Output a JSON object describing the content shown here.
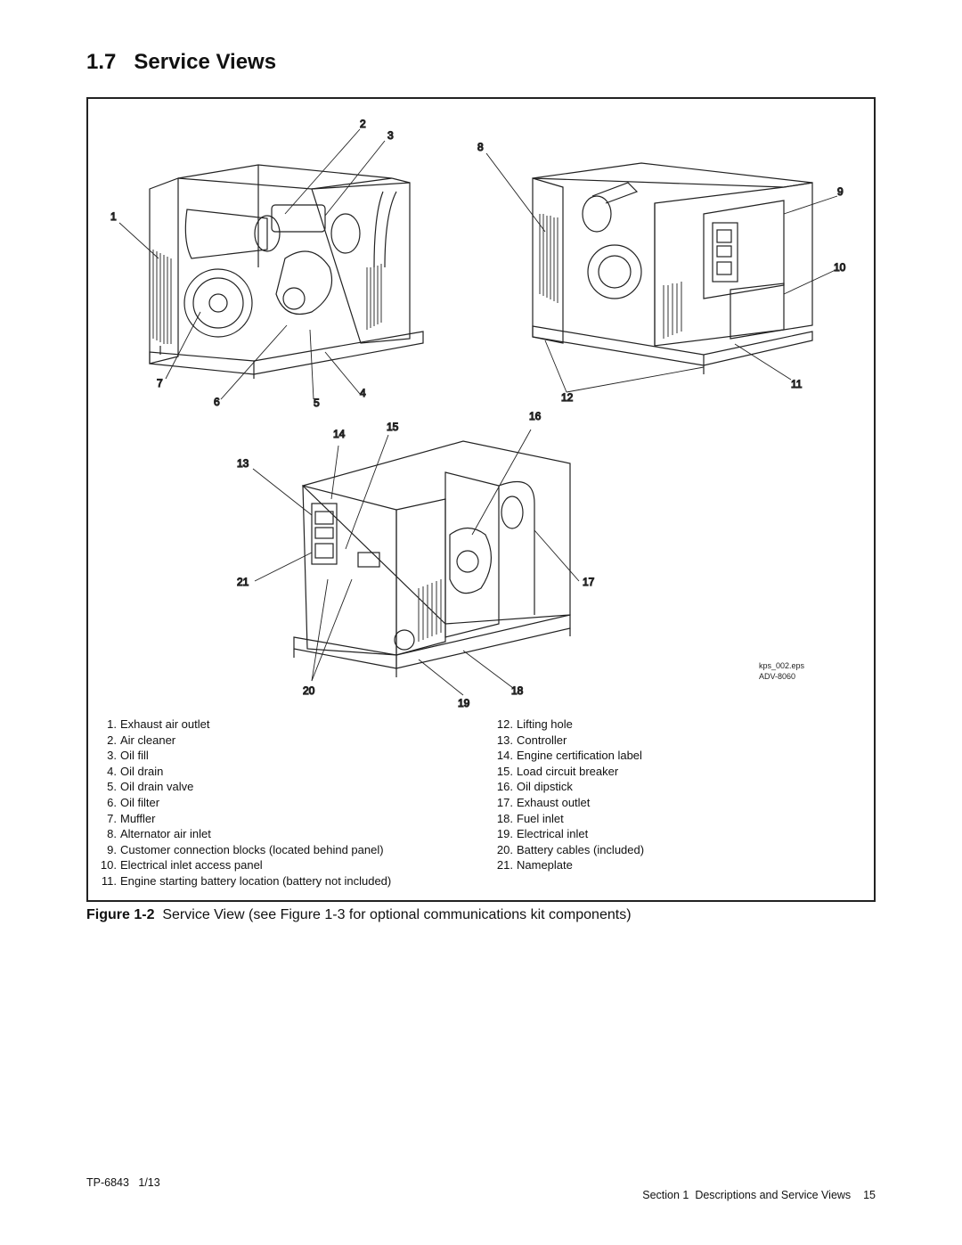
{
  "section": {
    "number": "1.7",
    "title": "Service Views"
  },
  "callouts": [
    "1",
    "2",
    "3",
    "4",
    "5",
    "6",
    "7",
    "8",
    "9",
    "10",
    "11",
    "12",
    "13",
    "14",
    "15",
    "16",
    "17",
    "18",
    "19",
    "20",
    "21"
  ],
  "legend_left": [
    {
      "num": "1.",
      "text": "Exhaust air outlet"
    },
    {
      "num": "2.",
      "text": "Air cleaner"
    },
    {
      "num": "3.",
      "text": "Oil fill"
    },
    {
      "num": "4.",
      "text": "Oil drain"
    },
    {
      "num": "5.",
      "text": "Oil drain valve"
    },
    {
      "num": "6.",
      "text": "Oil filter"
    },
    {
      "num": "7.",
      "text": "Muffler"
    },
    {
      "num": "8.",
      "text": "Alternator air inlet"
    },
    {
      "num": "9.",
      "text": "Customer connection blocks (located behind panel)"
    },
    {
      "num": "10.",
      "text": "Electrical inlet access panel"
    },
    {
      "num": "11.",
      "text": "Engine starting battery location (battery not included)"
    }
  ],
  "legend_right": [
    {
      "num": "12.",
      "text": "Lifting hole"
    },
    {
      "num": "13.",
      "text": "Controller"
    },
    {
      "num": "14.",
      "text": "Engine certification label"
    },
    {
      "num": "15.",
      "text": "Load circuit breaker"
    },
    {
      "num": "16.",
      "text": "Oil dipstick"
    },
    {
      "num": "17.",
      "text": "Exhaust outlet"
    },
    {
      "num": "18.",
      "text": "Fuel inlet"
    },
    {
      "num": "19.",
      "text": "Electrical inlet"
    },
    {
      "num": "20.",
      "text": "Battery cables (included)"
    },
    {
      "num": "21.",
      "text": "Nameplate"
    }
  ],
  "source_labels": {
    "file": "kps_002.eps",
    "id": "ADV-8060"
  },
  "caption": {
    "label": "Figure 1-2",
    "text": "Service View (see Figure 1-3 for optional communications kit components)"
  },
  "footer": {
    "doc": "TP-6843   1/13",
    "section": "Section 1  Descriptions and Service Views",
    "page": "15"
  }
}
